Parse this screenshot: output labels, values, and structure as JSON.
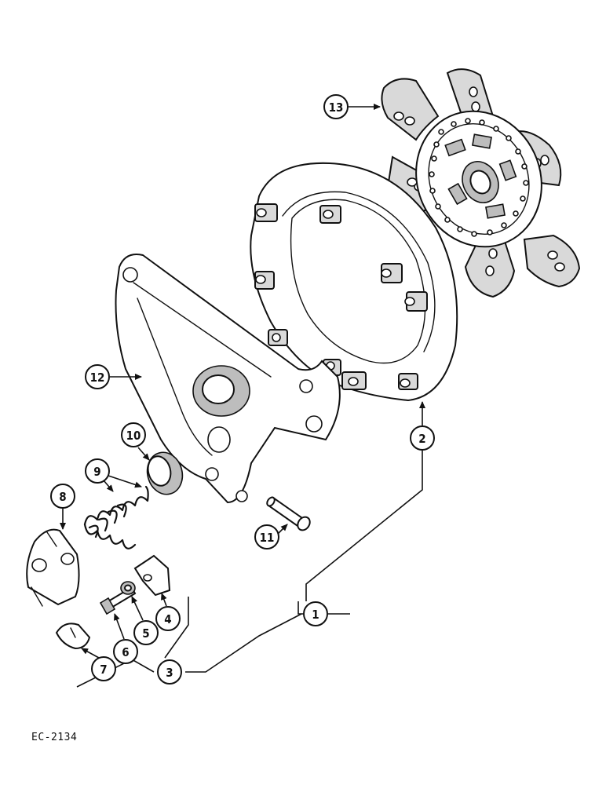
{
  "diagram": {
    "reference_code": "EC-2134",
    "callouts": [
      {
        "id": "1",
        "label": "1"
      },
      {
        "id": "2",
        "label": "2"
      },
      {
        "id": "3",
        "label": "3"
      },
      {
        "id": "4",
        "label": "4"
      },
      {
        "id": "5",
        "label": "5"
      },
      {
        "id": "6",
        "label": "6"
      },
      {
        "id": "7",
        "label": "7"
      },
      {
        "id": "8",
        "label": "8"
      },
      {
        "id": "9",
        "label": "9"
      },
      {
        "id": "10",
        "label": "10"
      },
      {
        "id": "11",
        "label": "11"
      },
      {
        "id": "12",
        "label": "12"
      },
      {
        "id": "13",
        "label": "13"
      }
    ]
  }
}
